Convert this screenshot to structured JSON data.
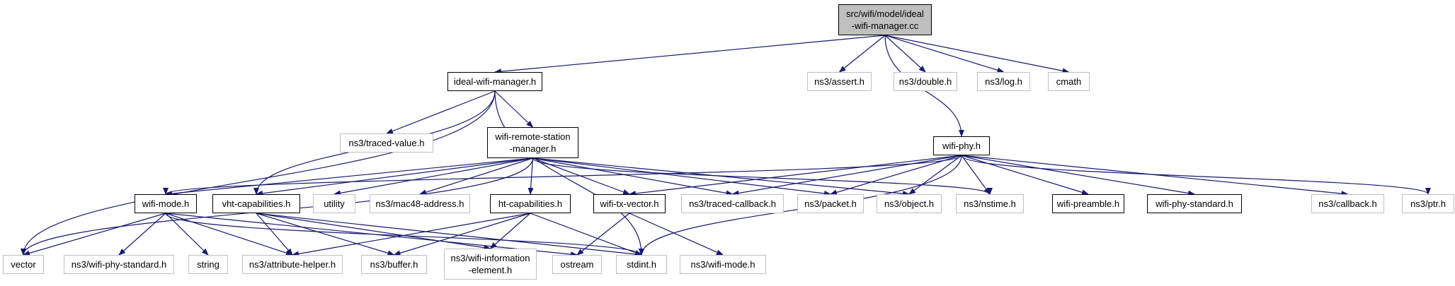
{
  "root": {
    "id": "root",
    "lines": [
      "src/wifi/model/ideal",
      "-wifi-manager.cc"
    ],
    "kind": "root"
  },
  "nodes": [
    {
      "id": "ideal-wifi-manager-h",
      "lines": [
        "ideal-wifi-manager.h"
      ],
      "kind": "local"
    },
    {
      "id": "ns3-assert-h",
      "lines": [
        "ns3/assert.h"
      ],
      "kind": "external"
    },
    {
      "id": "ns3-double-h",
      "lines": [
        "ns3/double.h"
      ],
      "kind": "external"
    },
    {
      "id": "ns3-log-h",
      "lines": [
        "ns3/log.h"
      ],
      "kind": "external"
    },
    {
      "id": "cmath",
      "lines": [
        "cmath"
      ],
      "kind": "external"
    },
    {
      "id": "ns3-traced-value-h",
      "lines": [
        "ns3/traced-value.h"
      ],
      "kind": "external"
    },
    {
      "id": "wifi-remote-station-manager-h",
      "lines": [
        "wifi-remote-station",
        "-manager.h"
      ],
      "kind": "local"
    },
    {
      "id": "wifi-phy-h",
      "lines": [
        "wifi-phy.h"
      ],
      "kind": "local"
    },
    {
      "id": "wifi-mode-h",
      "lines": [
        "wifi-mode.h"
      ],
      "kind": "local"
    },
    {
      "id": "vht-capabilities-h",
      "lines": [
        "vht-capabilities.h"
      ],
      "kind": "local"
    },
    {
      "id": "utility",
      "lines": [
        "utility"
      ],
      "kind": "external"
    },
    {
      "id": "ns3-mac48-address-h",
      "lines": [
        "ns3/mac48-address.h"
      ],
      "kind": "external"
    },
    {
      "id": "ht-capabilities-h",
      "lines": [
        "ht-capabilities.h"
      ],
      "kind": "local"
    },
    {
      "id": "wifi-tx-vector-h",
      "lines": [
        "wifi-tx-vector.h"
      ],
      "kind": "local"
    },
    {
      "id": "ns3-traced-callback-h",
      "lines": [
        "ns3/traced-callback.h"
      ],
      "kind": "external"
    },
    {
      "id": "ns3-packet-h",
      "lines": [
        "ns3/packet.h"
      ],
      "kind": "external"
    },
    {
      "id": "ns3-object-h",
      "lines": [
        "ns3/object.h"
      ],
      "kind": "external"
    },
    {
      "id": "ns3-nstime-h",
      "lines": [
        "ns3/nstime.h"
      ],
      "kind": "external"
    },
    {
      "id": "wifi-preamble-h",
      "lines": [
        "wifi-preamble.h"
      ],
      "kind": "local"
    },
    {
      "id": "wifi-phy-standard-h",
      "lines": [
        "wifi-phy-standard.h"
      ],
      "kind": "local"
    },
    {
      "id": "ns3-callback-h",
      "lines": [
        "ns3/callback.h"
      ],
      "kind": "external"
    },
    {
      "id": "ns3-ptr-h",
      "lines": [
        "ns3/ptr.h"
      ],
      "kind": "external"
    },
    {
      "id": "vector",
      "lines": [
        "vector"
      ],
      "kind": "external"
    },
    {
      "id": "ns3-wifi-phy-standard-h",
      "lines": [
        "ns3/wifi-phy-standard.h"
      ],
      "kind": "external"
    },
    {
      "id": "string",
      "lines": [
        "string"
      ],
      "kind": "external"
    },
    {
      "id": "ns3-attribute-helper-h",
      "lines": [
        "ns3/attribute-helper.h"
      ],
      "kind": "external"
    },
    {
      "id": "ns3-buffer-h",
      "lines": [
        "ns3/buffer.h"
      ],
      "kind": "external"
    },
    {
      "id": "ns3-wifi-information-element-h",
      "lines": [
        "ns3/wifi-information",
        "-element.h"
      ],
      "kind": "external"
    },
    {
      "id": "ostream",
      "lines": [
        "ostream"
      ],
      "kind": "external"
    },
    {
      "id": "stdint-h",
      "lines": [
        "stdint.h"
      ],
      "kind": "external"
    },
    {
      "id": "ns3-wifi-mode-h",
      "lines": [
        "ns3/wifi-mode.h"
      ],
      "kind": "external"
    }
  ],
  "edges": [
    [
      "root",
      "ideal-wifi-manager-h"
    ],
    [
      "root",
      "ns3-assert-h"
    ],
    [
      "root",
      "ns3-double-h"
    ],
    [
      "root",
      "ns3-log-h"
    ],
    [
      "root",
      "cmath"
    ],
    [
      "root",
      "wifi-phy-h"
    ],
    [
      "ideal-wifi-manager-h",
      "ns3-traced-value-h"
    ],
    [
      "ideal-wifi-manager-h",
      "wifi-remote-station-manager-h"
    ],
    [
      "ideal-wifi-manager-h",
      "vector"
    ],
    [
      "ideal-wifi-manager-h",
      "vht-capabilities-h"
    ],
    [
      "ideal-wifi-manager-h",
      "stdint-h"
    ],
    [
      "wifi-remote-station-manager-h",
      "wifi-mode-h"
    ],
    [
      "wifi-remote-station-manager-h",
      "vht-capabilities-h"
    ],
    [
      "wifi-remote-station-manager-h",
      "utility"
    ],
    [
      "wifi-remote-station-manager-h",
      "ns3-mac48-address-h"
    ],
    [
      "wifi-remote-station-manager-h",
      "ht-capabilities-h"
    ],
    [
      "wifi-remote-station-manager-h",
      "wifi-tx-vector-h"
    ],
    [
      "wifi-remote-station-manager-h",
      "ns3-traced-callback-h"
    ],
    [
      "wifi-remote-station-manager-h",
      "ns3-packet-h"
    ],
    [
      "wifi-remote-station-manager-h",
      "ns3-object-h"
    ],
    [
      "wifi-remote-station-manager-h",
      "ns3-nstime-h"
    ],
    [
      "wifi-remote-station-manager-h",
      "vector"
    ],
    [
      "wifi-phy-h",
      "wifi-mode-h"
    ],
    [
      "wifi-phy-h",
      "wifi-tx-vector-h"
    ],
    [
      "wifi-phy-h",
      "ns3-traced-callback-h"
    ],
    [
      "wifi-phy-h",
      "ns3-packet-h"
    ],
    [
      "wifi-phy-h",
      "ns3-object-h"
    ],
    [
      "wifi-phy-h",
      "ns3-nstime-h"
    ],
    [
      "wifi-phy-h",
      "wifi-preamble-h"
    ],
    [
      "wifi-phy-h",
      "wifi-phy-standard-h"
    ],
    [
      "wifi-phy-h",
      "ns3-callback-h"
    ],
    [
      "wifi-phy-h",
      "ns3-ptr-h"
    ],
    [
      "wifi-phy-h",
      "stdint-h"
    ],
    [
      "wifi-mode-h",
      "vector"
    ],
    [
      "wifi-mode-h",
      "ns3-wifi-phy-standard-h"
    ],
    [
      "wifi-mode-h",
      "string"
    ],
    [
      "wifi-mode-h",
      "ns3-attribute-helper-h"
    ],
    [
      "wifi-mode-h",
      "ostream"
    ],
    [
      "wifi-mode-h",
      "stdint-h"
    ],
    [
      "vht-capabilities-h",
      "ns3-attribute-helper-h"
    ],
    [
      "vht-capabilities-h",
      "ns3-buffer-h"
    ],
    [
      "vht-capabilities-h",
      "ns3-wifi-information-element-h"
    ],
    [
      "vht-capabilities-h",
      "stdint-h"
    ],
    [
      "ht-capabilities-h",
      "ns3-attribute-helper-h"
    ],
    [
      "ht-capabilities-h",
      "ns3-buffer-h"
    ],
    [
      "ht-capabilities-h",
      "ns3-wifi-information-element-h"
    ],
    [
      "ht-capabilities-h",
      "stdint-h"
    ],
    [
      "wifi-tx-vector-h",
      "ostream"
    ],
    [
      "wifi-tx-vector-h",
      "ns3-wifi-mode-h"
    ]
  ],
  "colors": {
    "edge": "#191970",
    "local_border": "#000000",
    "external_border": "#bfbfbf",
    "root_fill": "#bfbfbf",
    "background": "#ffffff"
  }
}
